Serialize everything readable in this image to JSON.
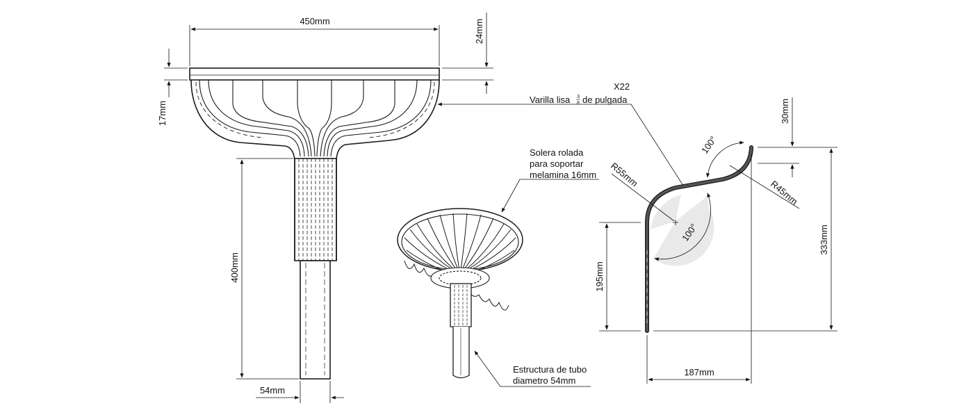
{
  "dimensions": {
    "top_width": "450mm",
    "rim_thickness": "24mm",
    "rim_depth": "17mm",
    "column_height": "400mm",
    "tube_diameter": "54mm",
    "tip_length": "30mm",
    "total_height": "333mm",
    "lower_height": "195mm",
    "horizontal_offset": "187mm",
    "radius_upper": "R45mm",
    "radius_lower": "R55mm",
    "angle_upper": "100°",
    "angle_lower": "100°"
  },
  "callouts": {
    "rod_count": "X22",
    "rod_desc_before": "Varilla lisa",
    "rod_frac_num": "3",
    "rod_frac_den": "8",
    "rod_desc_after": "de pulgada",
    "plate_line1": "Solera rolada",
    "plate_line2": "para soportar",
    "plate_line3": "melamina 16mm",
    "tube_line1": "Estructura de tubo",
    "tube_line2": "diametro 54mm"
  },
  "colors": {
    "line": "#1a1a1a",
    "rod_fill": "#3a3a3a",
    "shade": "#e9e9e9"
  }
}
